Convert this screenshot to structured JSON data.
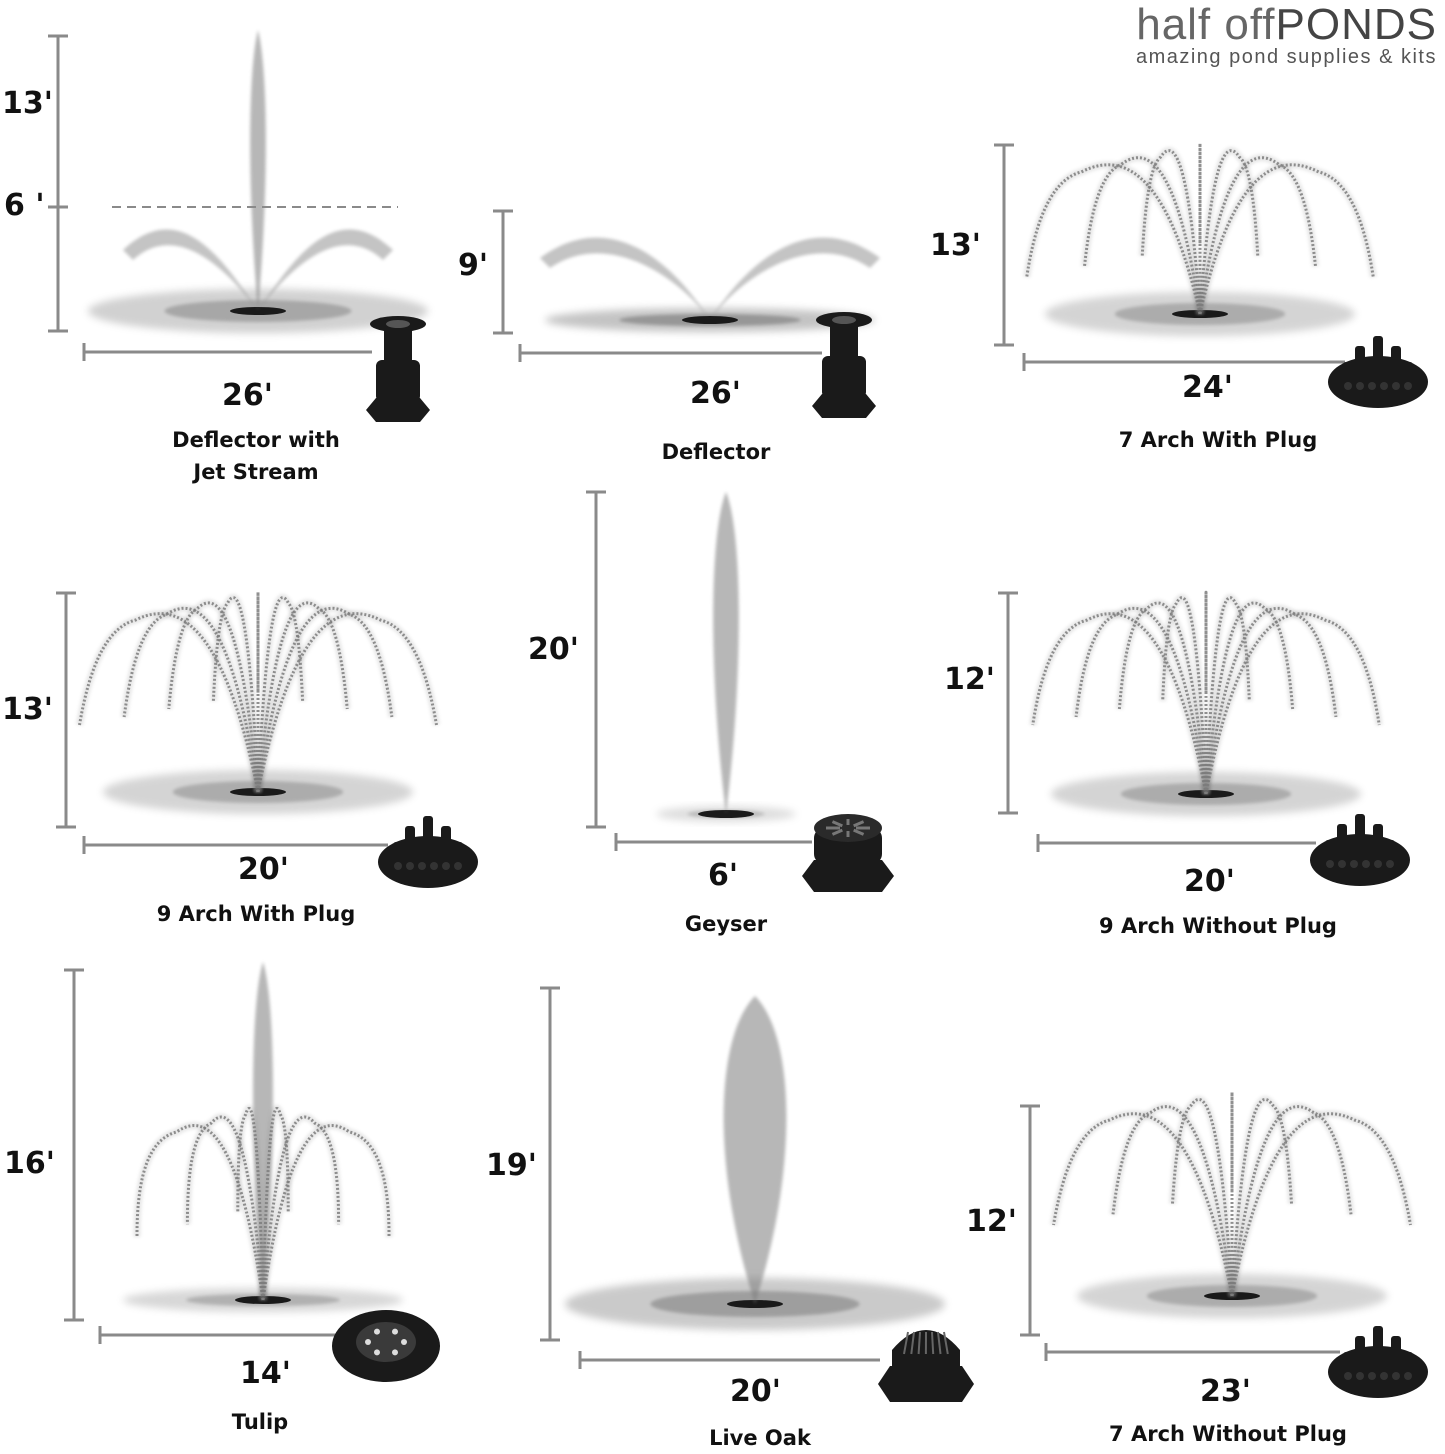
{
  "brand": {
    "name_light": "half off",
    "name_bold": "PONDS",
    "tagline": "amazing pond supplies & kits"
  },
  "colors": {
    "dimension_line": "#8a8a8a",
    "spray": "#7d7d7d",
    "nozzle": "#1a1a1a"
  },
  "nozzles": [
    {
      "name_line1": "Deflector with",
      "name_line2": "Jet Stream",
      "height": "13'",
      "mid_height": "6 '",
      "width": "26'",
      "pattern": "deflector-jet",
      "nozzle_icon": "deflector-nozzle-icon"
    },
    {
      "name_line1": "Deflector",
      "name_line2": "",
      "height": "9'",
      "width": "26'",
      "pattern": "deflector",
      "nozzle_icon": "deflector-nozzle-icon"
    },
    {
      "name_line1": "7 Arch With Plug",
      "name_line2": "",
      "height": "13'",
      "width": "24'",
      "pattern": "arch",
      "arches": 7,
      "nozzle_icon": "multi-jet-nozzle-icon"
    },
    {
      "name_line1": "9 Arch With Plug",
      "name_line2": "",
      "height": "13'",
      "width": "20'",
      "pattern": "arch",
      "arches": 9,
      "nozzle_icon": "multi-jet-nozzle-icon"
    },
    {
      "name_line1": "Geyser",
      "name_line2": "",
      "height": "20'",
      "width": "6'",
      "pattern": "geyser",
      "nozzle_icon": "geyser-nozzle-icon"
    },
    {
      "name_line1": "9 Arch Without Plug",
      "name_line2": "",
      "height": "12'",
      "width": "20'",
      "pattern": "arch",
      "arches": 9,
      "nozzle_icon": "multi-jet-nozzle-icon"
    },
    {
      "name_line1": "Tulip",
      "name_line2": "",
      "height": "16'",
      "width": "14'",
      "pattern": "tulip",
      "nozzle_icon": "tulip-nozzle-icon"
    },
    {
      "name_line1": "Live Oak",
      "name_line2": "",
      "height": "19'",
      "width": "20'",
      "pattern": "live-oak",
      "nozzle_icon": "live-oak-nozzle-icon"
    },
    {
      "name_line1": "7 Arch Without Plug",
      "name_line2": "",
      "height": "12'",
      "width": "23'",
      "pattern": "arch",
      "arches": 7,
      "nozzle_icon": "multi-jet-nozzle-icon"
    }
  ]
}
